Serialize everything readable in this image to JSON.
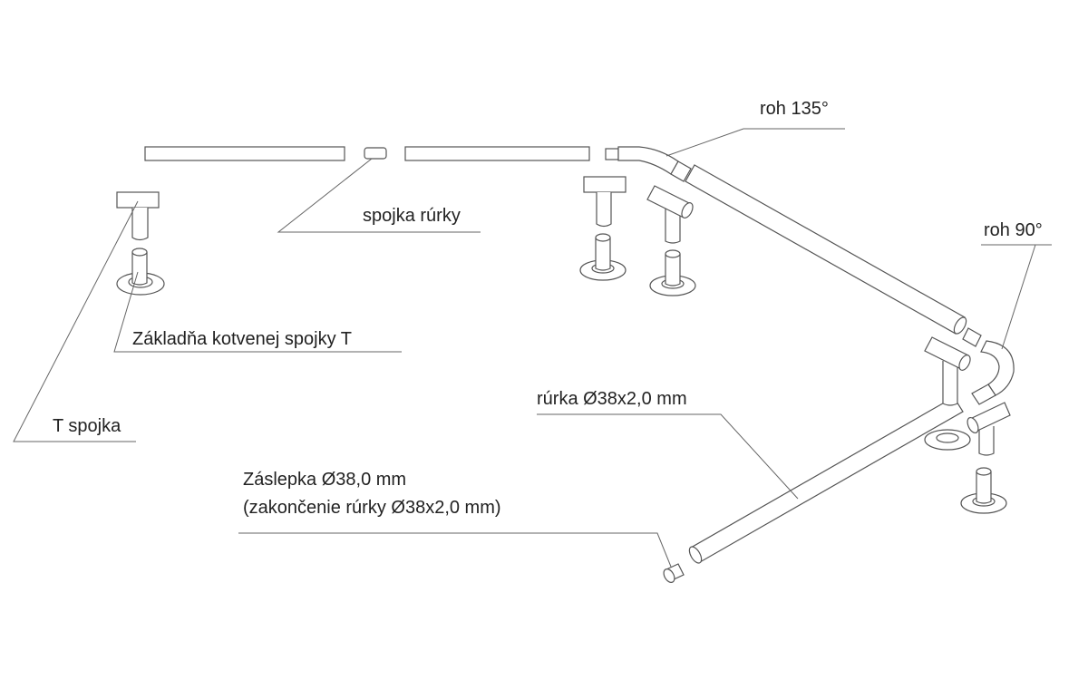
{
  "labels": {
    "corner_135": "roh 135°",
    "corner_90": "roh 90°",
    "tube_connector": "spojka rúrky",
    "t_base": "Základňa kotvenej spojky T",
    "t_connector": "T spojka",
    "tube": "rúrka Ø38x2,0 mm",
    "end_cap_line1": "Záslepka Ø38,0 mm",
    "end_cap_line2": "(zakončenie rúrky Ø38x2,0 mm)"
  },
  "colors": {
    "line": "#555555",
    "text": "#222222"
  }
}
